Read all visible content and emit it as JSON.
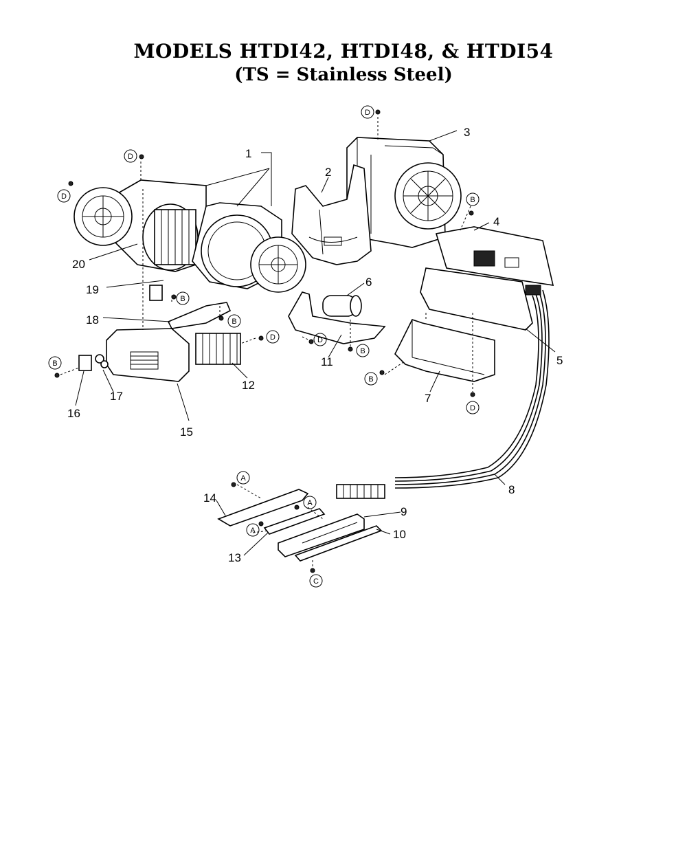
{
  "title": "MODELS HTDI42, HTDI48, & HTDI54",
  "subtitle": "(TS = Stainless Steel)",
  "part_labels": [
    "1",
    "2",
    "3",
    "4",
    "5",
    "6",
    "7",
    "8",
    "9",
    "10",
    "11",
    "12",
    "13",
    "14",
    "15",
    "16",
    "17",
    "18",
    "19",
    "20"
  ],
  "fastener_codes": {
    "a": "A",
    "b": "B",
    "c": "C",
    "d": "D"
  }
}
